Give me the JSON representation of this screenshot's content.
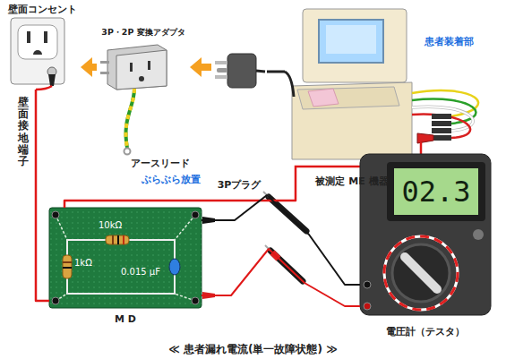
{
  "diagram": {
    "caption": "≪ 患者漏れ電流(単一故障状態) ≫",
    "nodes": [
      {
        "text": [
          "壁面コンセント"
        ]
      },
      {
        "text": [
          "3P・2P 変換アダプタ"
        ]
      },
      {
        "text": [
          "3Pプラグ"
        ]
      },
      {
        "text": [
          "被測定 ME 機器"
        ]
      },
      {
        "text": [
          "M D",
          "10kΩ",
          "1kΩ",
          "0.015 μF"
        ]
      },
      {
        "text": [
          "02.3",
          "電圧計（テスタ）"
        ]
      }
    ],
    "edges": [
      {
        "from": 2,
        "to": 1,
        "arrow": "to"
      },
      {
        "from": 1,
        "to": 0,
        "arrow": "to"
      },
      {
        "from": 2,
        "to": 3,
        "arrow": "none"
      },
      {
        "from": 0,
        "to": 4,
        "arrow": "none"
      },
      {
        "from": 3,
        "to": 4,
        "arrow": "none"
      },
      {
        "from": 4,
        "to": 5,
        "arrow": "none"
      },
      {
        "from": 4,
        "to": 5,
        "arrow": "none"
      }
    ],
    "labels": [
      "壁面接地端子",
      "アースリード",
      "ぶらぶら放置",
      "患者装着部"
    ]
  }
}
